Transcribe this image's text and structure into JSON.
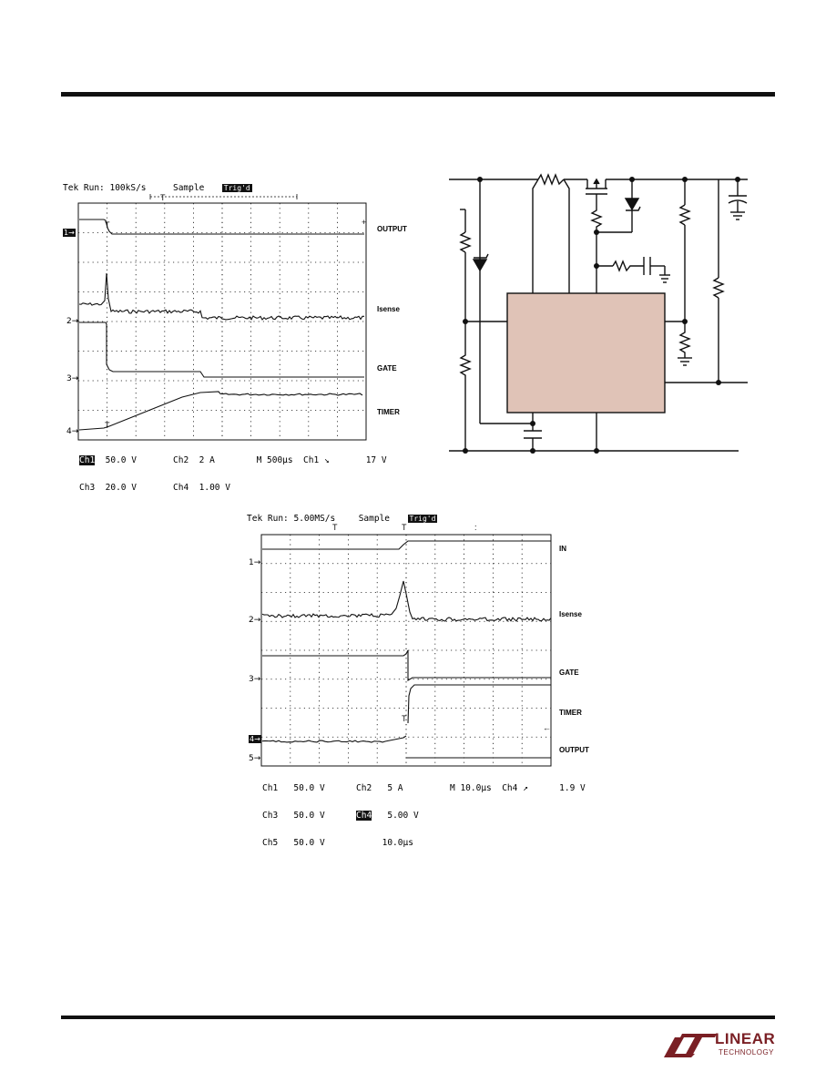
{
  "scope1": {
    "header": "Tek Run: 100kS/s",
    "mode": "Sample",
    "trig": "Trig'd",
    "traces": [
      "OUTPUT",
      "Isense",
      "GATE",
      "TIMER"
    ],
    "markers": [
      "1",
      "2",
      "3",
      "4"
    ],
    "footer": {
      "r1a": "Ch1",
      "r1b": "50.0 V",
      "r1c": "Ch2",
      "r1d": "2 A",
      "r1e": "M 500µs  Ch1 ↘",
      "r1f": "17 V",
      "r2a": "Ch3",
      "r2b": "20.0 V",
      "r2c": "Ch4",
      "r2d": "1.00 V"
    }
  },
  "scope2": {
    "header": "Tek Run: 5.00MS/s",
    "mode": "Sample",
    "trig": "Trig'd",
    "traces": [
      "IN",
      "Isense",
      "GATE",
      "TIMER",
      "OUTPUT"
    ],
    "markers": [
      "1",
      "2",
      "3",
      "4",
      "5"
    ],
    "footer": {
      "r1a": "Ch1",
      "r1b": "50.0 V",
      "r1c": "Ch2",
      "r1d": "5 A",
      "r1e": "M 10.0µs  Ch4 ↗",
      "r1f": "1.9 V",
      "r2a": "Ch3",
      "r2b": "50.0 V",
      "r2c": "Ch4",
      "r2d": "5.00 V",
      "r3a": "Ch5",
      "r3b": "50.0 V",
      "r3d": "10.0µs"
    }
  },
  "logo": {
    "line1": "LINEAR",
    "line2": "TECHNOLOGY"
  },
  "colors": {
    "ic_fill": "#e0c3b7",
    "ink": "#111111"
  }
}
